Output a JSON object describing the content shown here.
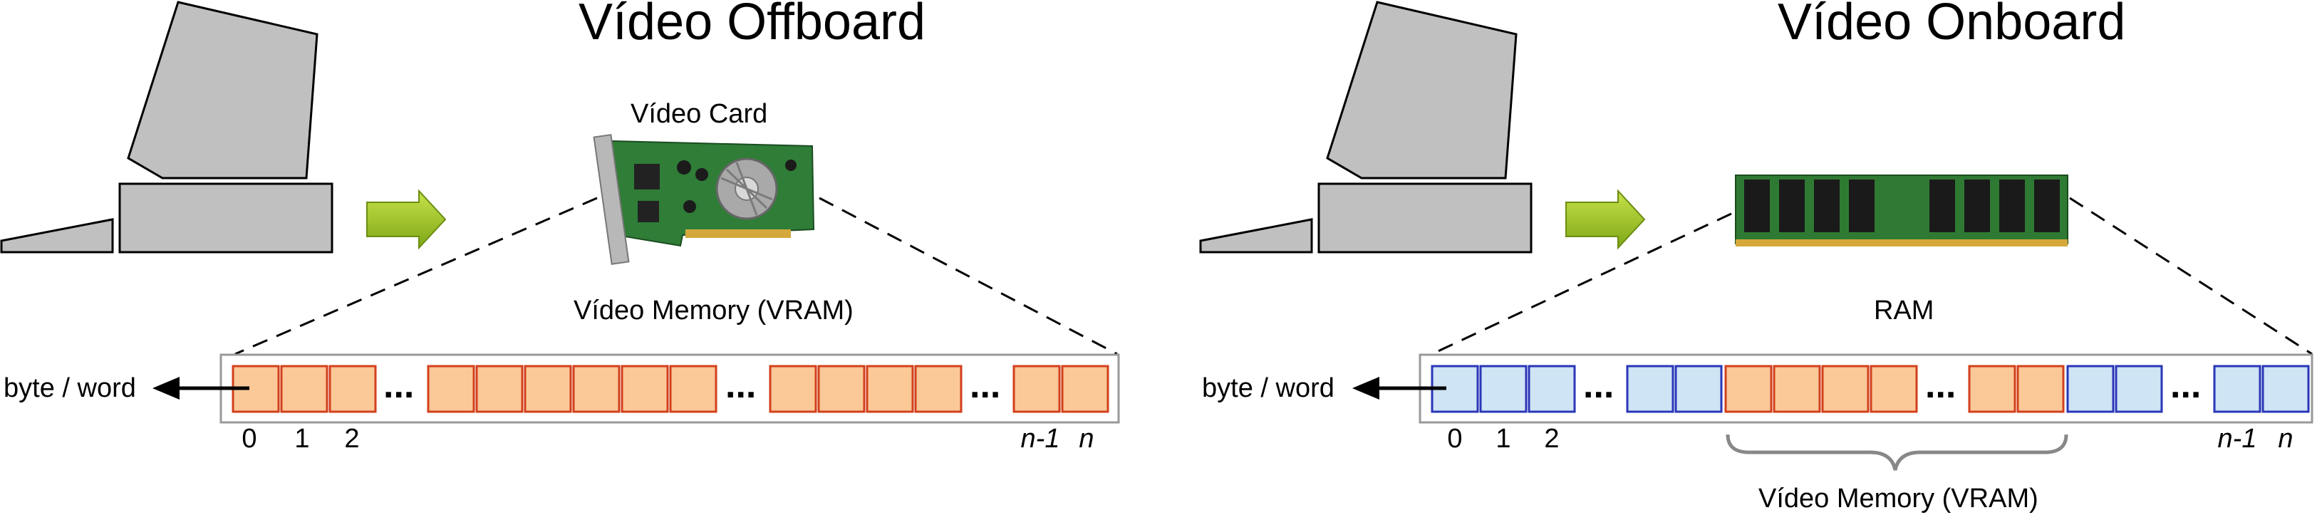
{
  "colors": {
    "computer_fill": "#c0c0c0",
    "vram_cell_fill": "#fbc898",
    "vram_cell_stroke": "#d2401c",
    "ram_cell_fill": "#cfe4f4",
    "ram_cell_stroke": "#2a36b8",
    "arrow_green": "#9bc31e"
  },
  "offboard": {
    "title": "Vídeo Offboard",
    "card_label": "Vídeo Card",
    "memory_label": "Vídeo Memory (VRAM)",
    "pointer_label": "byte / word",
    "indices": [
      "0",
      "1",
      "2"
    ],
    "last_indices": [
      "n-1",
      "n"
    ],
    "ellipsis": "..."
  },
  "onboard": {
    "title": "Vídeo Onboard",
    "memory_label": "RAM",
    "vram_label": "Vídeo Memory (VRAM)",
    "pointer_label": "byte / word",
    "indices": [
      "0",
      "1",
      "2"
    ],
    "last_indices": [
      "n-1",
      "n"
    ],
    "ellipsis": "..."
  }
}
